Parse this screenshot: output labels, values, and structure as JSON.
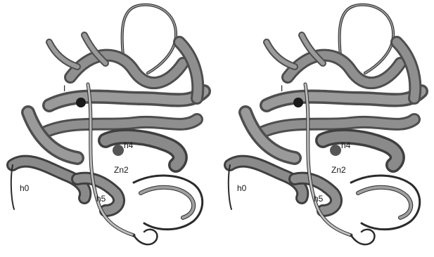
{
  "figure": {
    "type": "stereo-ribbon-diagram",
    "colors": {
      "ribbon": "#8f8f8f",
      "ribbon_dark": "#4e4e4e",
      "outline": "#2b2b2b",
      "atom": "#1a1a1a",
      "background": "#ffffff"
    },
    "panels": [
      {
        "id": "left",
        "labels": {
          "h0": "h0",
          "h4": "h4",
          "h5": "h5",
          "zn": "Zn2",
          "i": "I"
        }
      },
      {
        "id": "right",
        "labels": {
          "h0": "h0",
          "h4": "h4",
          "h5": "h5",
          "zn": "Zn2",
          "i": "I"
        }
      }
    ]
  }
}
